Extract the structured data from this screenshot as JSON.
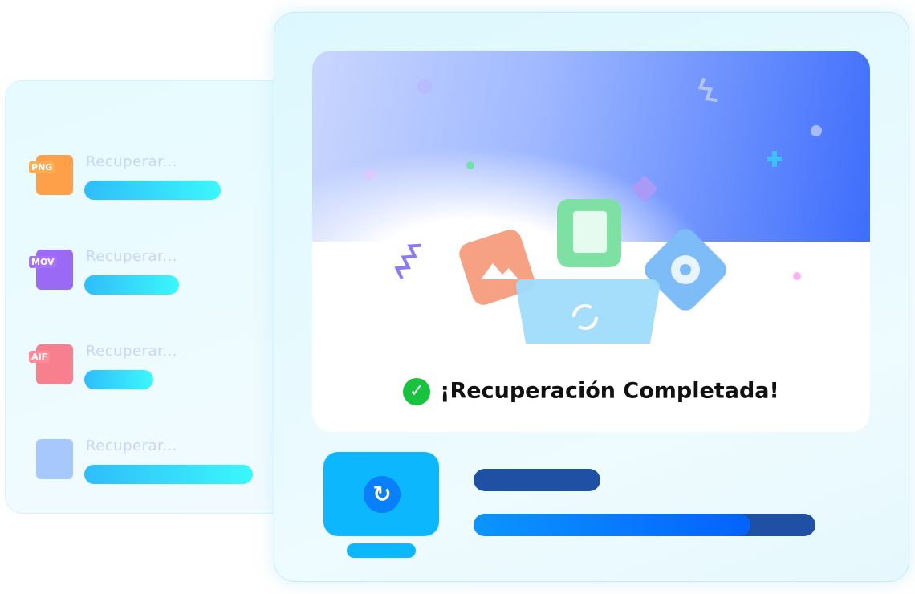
{
  "recovery_list": [
    {
      "badge": "PNG",
      "label": "Recuperar...",
      "progress": 0.81,
      "color": "#fea04a",
      "icon": "image-file-icon"
    },
    {
      "badge": "MOV",
      "label": "Recuperar...",
      "progress": 0.56,
      "color": "#9a6af5",
      "icon": "video-file-icon"
    },
    {
      "badge": "AIF",
      "label": "Recuperar...",
      "progress": 0.41,
      "color": "#f6808e",
      "icon": "audio-file-icon"
    },
    {
      "badge": "",
      "label": "Recuperar...",
      "progress": 1.0,
      "color": "#a7c8fd",
      "icon": "folder-icon"
    }
  ],
  "main": {
    "status_title": "¡Recuperación Completada!",
    "check_icon": "check-circle-icon",
    "restore_icon": "refresh-icon",
    "progress": 0.81
  }
}
